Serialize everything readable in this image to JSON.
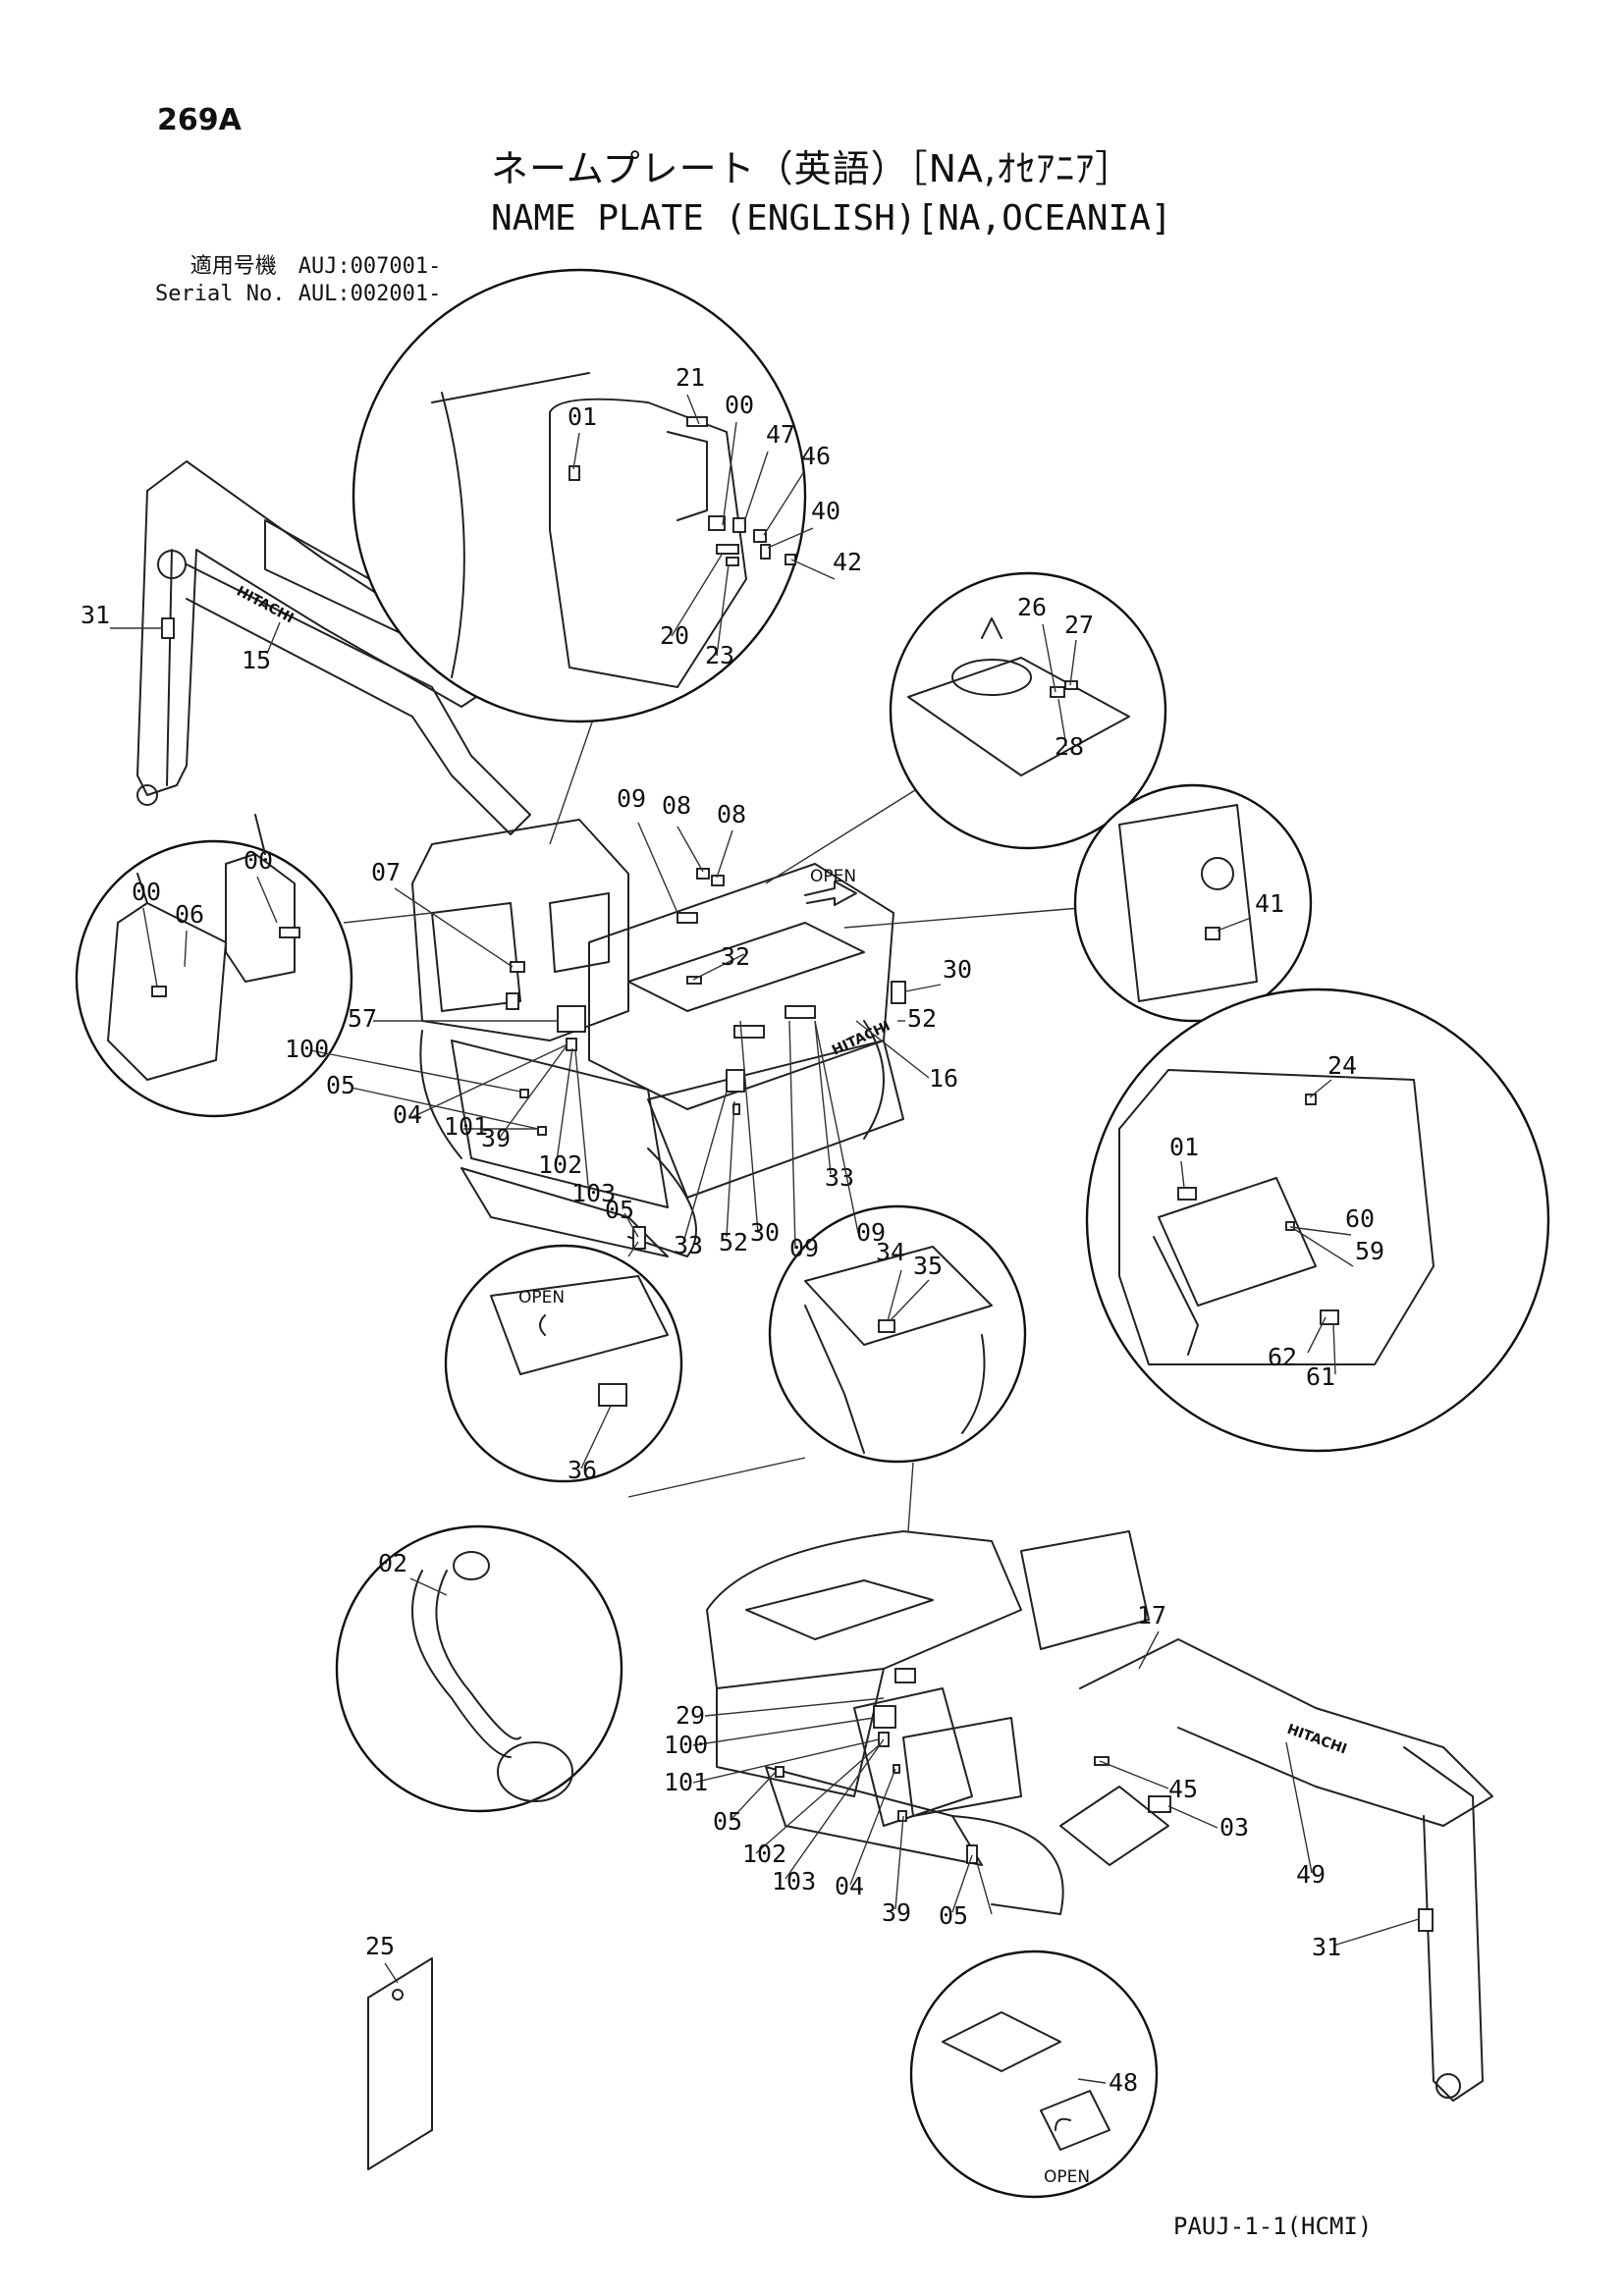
{
  "header": {
    "page_number": "269A",
    "title_jp": "ネームプレート（英語）［NA,ｵｾｱﾆｱ］",
    "title_en": "NAME PLATE (ENGLISH)[NA,OCEANIA]",
    "serial_lines": [
      "適用号機　AUJ:007001-",
      "Serial No. AUL:002001-"
    ]
  },
  "footer": {
    "code": "PAUJ-1-1(HCMI)"
  },
  "brand_text": "HITACHI",
  "open_label": "OPEN",
  "callouts": {
    "cab_detail": [
      "21",
      "00",
      "01",
      "47",
      "46",
      "40",
      "42",
      "20",
      "23"
    ],
    "lever_detail": [
      "00",
      "00",
      "06"
    ],
    "pump_detail": [
      "26",
      "27",
      "28"
    ],
    "panel_detail": [
      "41"
    ],
    "seat_detail": [
      "24",
      "01",
      "60",
      "59",
      "62",
      "61"
    ],
    "door_detail": [
      "36"
    ],
    "battery_detail": [
      "34",
      "35"
    ],
    "hose_detail": [
      "02"
    ],
    "step_detail": [
      "48"
    ],
    "tag": [
      "25"
    ],
    "front_view": [
      "31",
      "15",
      "09",
      "08",
      "08",
      "07",
      "32",
      "30",
      "52",
      "16",
      "57",
      "100",
      "05",
      "04",
      "101",
      "39",
      "102",
      "103",
      "05",
      "33",
      "52",
      "30",
      "09",
      "09",
      "33"
    ],
    "rear_view": [
      "17",
      "29",
      "100",
      "101",
      "05",
      "102",
      "103",
      "04",
      "39",
      "05",
      "45",
      "03",
      "49",
      "31"
    ]
  }
}
